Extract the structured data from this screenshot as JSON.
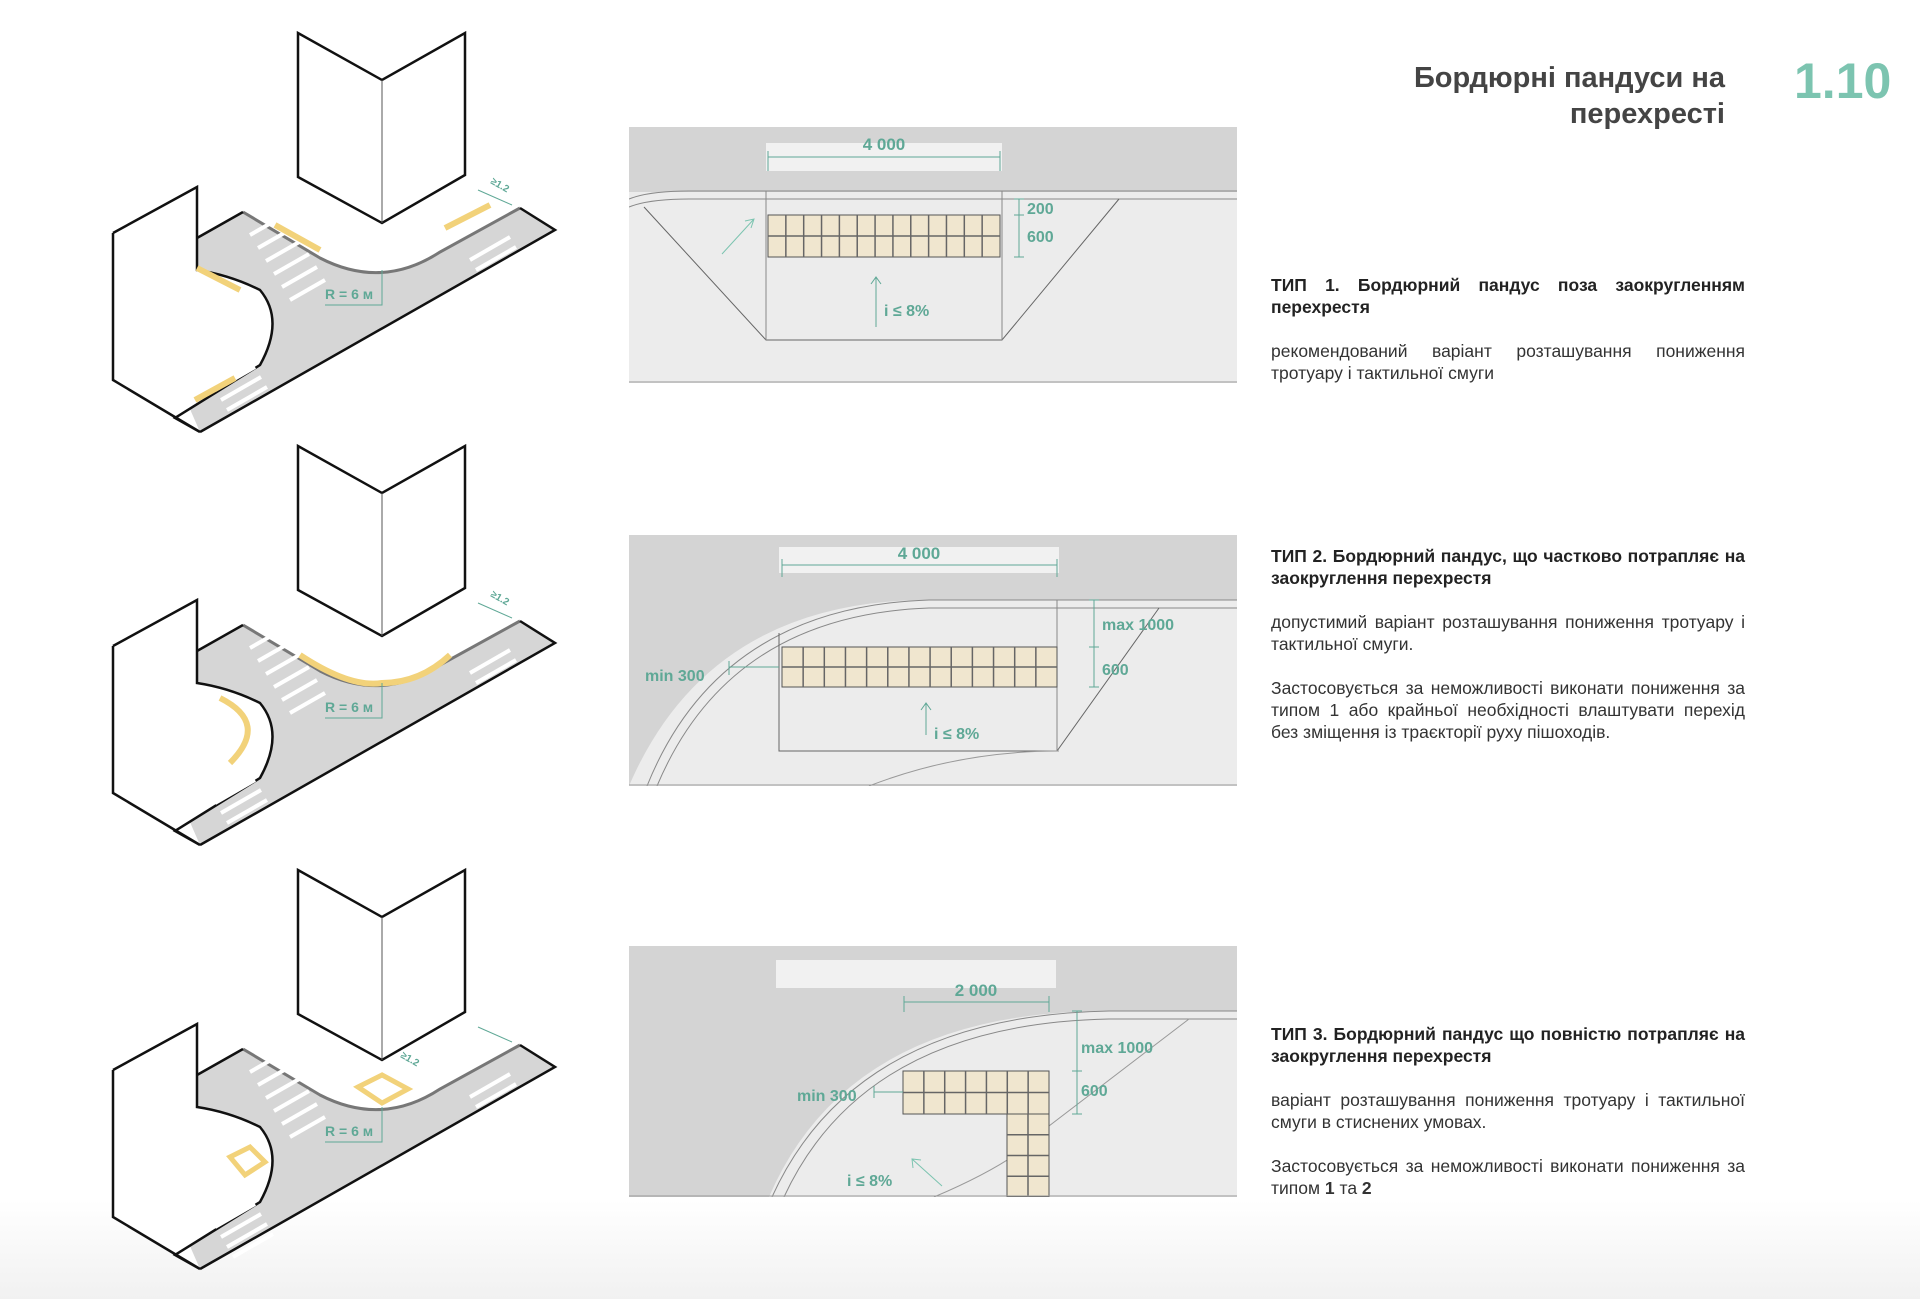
{
  "header": {
    "title_line1": "Бордюрні пандуси на",
    "title_line2": "перехресті",
    "page_number": "1.10"
  },
  "colors": {
    "accent": "#7cc4b0",
    "dimension": "#5fa896",
    "tactile": "#f0e6cf",
    "road": "#d4d4d4",
    "yellow": "#f2d27a"
  },
  "types": [
    {
      "heading": "ТИП 1. Бордюрний пандус поза заокругленням перехрестя",
      "body": [
        "рекомендований варіант розташування пониження тротуару і тактильної смуги"
      ],
      "iso": {
        "radius_label": "R = 6 м",
        "width_label": "≥1.2"
      },
      "plan": {
        "width_label": "4 000",
        "dim_a": "200",
        "dim_b": "600",
        "slope": "i ≤ 8%"
      }
    },
    {
      "heading": "ТИП 2. Бордюрний пандус, що частково потрапляє на заокруглення перехрестя",
      "body": [
        "допустимий варіант розташування пониження тротуару і тактильної смуги.",
        "Застосовується за неможливості виконати пониження за типом 1 або крайньої необхідності влаштувати перехід без зміщення із траєкторії руху пішоходів."
      ],
      "iso": {
        "radius_label": "R = 6 м",
        "width_label": "≥1.2"
      },
      "plan": {
        "width_label": "4 000",
        "dim_a": "max 1000",
        "dim_b": "600",
        "dim_c": "min 300",
        "slope": "i ≤ 8%"
      }
    },
    {
      "heading": "ТИП 3. Бордюрний пандус що повністю потрапляє на заокруглення перехрестя",
      "body": [
        "варіант розташування пониження тротуару і тактильної смуги в стиснених умовах."
      ],
      "body2_prefix": "Застосовується за неможливості виконати пониження за типом ",
      "body2_b1": "1",
      "body2_mid": " та ",
      "body2_b2": "2",
      "iso": {
        "radius_label": "R = 6 м",
        "width_label": "≥1.2"
      },
      "plan": {
        "width_label": "2 000",
        "dim_a": "max 1000",
        "dim_b": "600",
        "dim_c": "min 300",
        "slope": "i ≤ 8%"
      }
    }
  ]
}
